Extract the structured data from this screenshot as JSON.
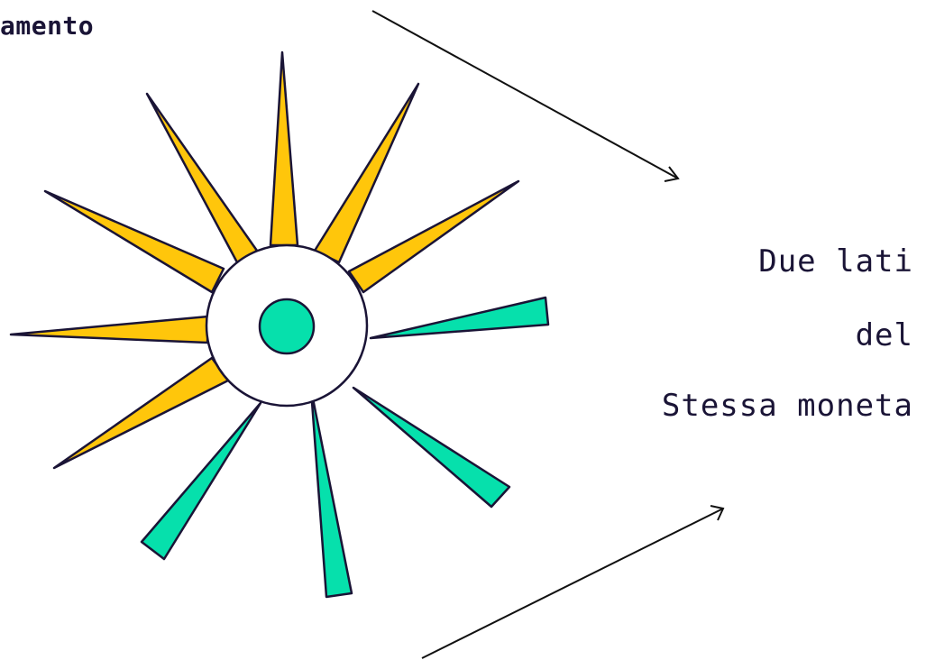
{
  "heading": "amento",
  "caption_lines": [
    "Due lati",
    "del",
    "Stessa moneta"
  ],
  "colors": {
    "ray_warm": "#ffc60b",
    "ray_cool": "#06e0ac",
    "outline": "#1a1436",
    "hub_fill": "#ffffff",
    "core_fill": "#06e0ac"
  }
}
